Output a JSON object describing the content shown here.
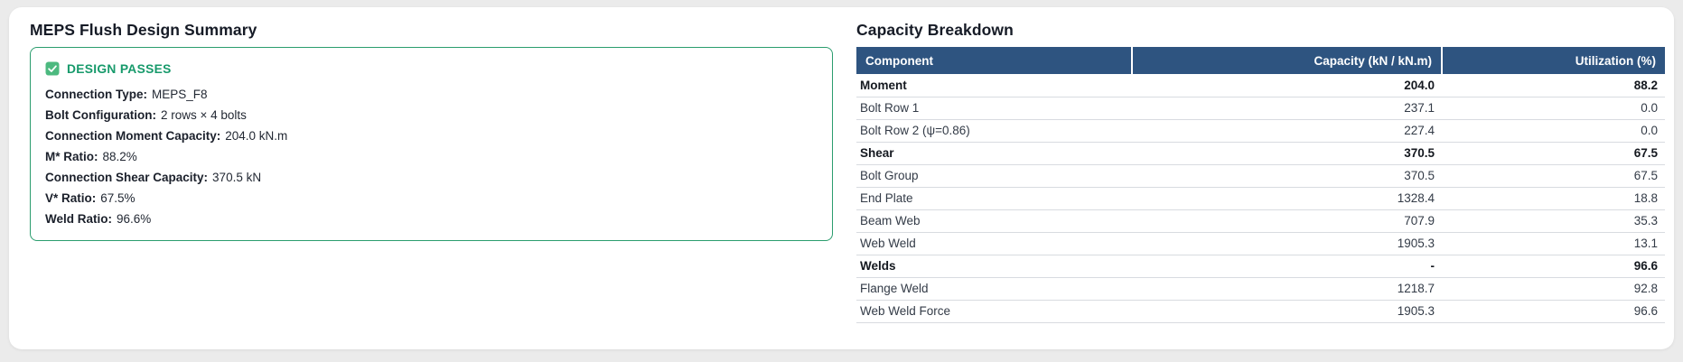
{
  "left_panel": {
    "title": "MEPS Flush Design Summary",
    "status_label": "DESIGN PASSES",
    "fields": [
      {
        "label": "Connection Type:",
        "value": "MEPS_F8"
      },
      {
        "label": "Bolt Configuration:",
        "value": "2 rows × 4 bolts"
      },
      {
        "label": "Connection Moment Capacity:",
        "value": "204.0 kN.m"
      },
      {
        "label": "M* Ratio:",
        "value": "88.2%"
      },
      {
        "label": "Connection Shear Capacity:",
        "value": "370.5 kN"
      },
      {
        "label": "V* Ratio:",
        "value": "67.5%"
      },
      {
        "label": "Weld Ratio:",
        "value": "96.6%"
      }
    ]
  },
  "right_panel": {
    "title": "Capacity Breakdown",
    "table": {
      "headers": [
        "Component",
        "Capacity (kN / kN.m)",
        "Utilization (%)"
      ],
      "rows": [
        {
          "component": "Moment",
          "capacity": "204.0",
          "utilization": "88.2",
          "bold": true
        },
        {
          "component": "Bolt Row 1",
          "capacity": "237.1",
          "utilization": "0.0",
          "bold": false
        },
        {
          "component": "Bolt Row 2 (ψ=0.86)",
          "capacity": "227.4",
          "utilization": "0.0",
          "bold": false
        },
        {
          "component": "Shear",
          "capacity": "370.5",
          "utilization": "67.5",
          "bold": true
        },
        {
          "component": "Bolt Group",
          "capacity": "370.5",
          "utilization": "67.5",
          "bold": false
        },
        {
          "component": "End Plate",
          "capacity": "1328.4",
          "utilization": "18.8",
          "bold": false
        },
        {
          "component": "Beam Web",
          "capacity": "707.9",
          "utilization": "35.3",
          "bold": false
        },
        {
          "component": "Web Weld",
          "capacity": "1905.3",
          "utilization": "13.1",
          "bold": false
        },
        {
          "component": "Welds",
          "capacity": "-",
          "utilization": "96.6",
          "bold": true
        },
        {
          "component": "Flange Weld",
          "capacity": "1218.7",
          "utilization": "92.8",
          "bold": false
        },
        {
          "component": "Web Weld Force",
          "capacity": "1905.3",
          "utilization": "96.6",
          "bold": false
        }
      ]
    }
  },
  "colors": {
    "accent_green": "#179a6b",
    "icon_green": "#4cb97f",
    "border_green": "#2b9d6e",
    "header_blue": "#2e5480",
    "page_bg": "#ebebeb"
  }
}
